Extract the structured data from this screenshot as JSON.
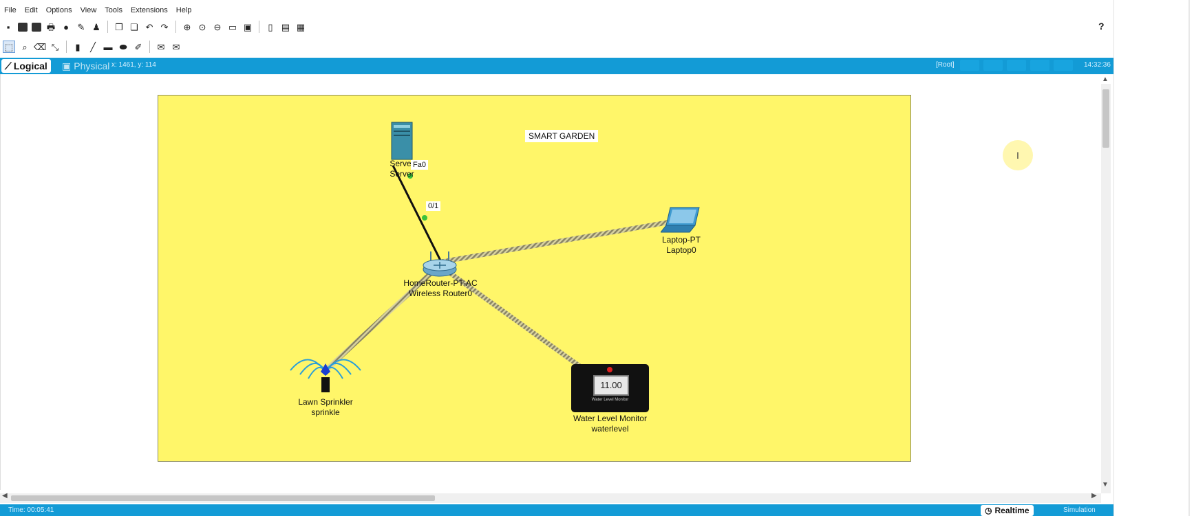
{
  "menu": [
    "File",
    "Edit",
    "Options",
    "View",
    "Tools",
    "Extensions",
    "Help"
  ],
  "toolbar": {
    "help": "?"
  },
  "modebar": {
    "logical": "Logical",
    "physical": "Physical",
    "coords": "x: 1461, y: 114",
    "root": "[Root]",
    "clock": "14:32:36"
  },
  "canvas": {
    "note": "SMART GARDEN",
    "server": {
      "type": "Server",
      "name": "Server"
    },
    "router": {
      "type": "HomeRouter-PT-AC",
      "name": "Wireless Router0"
    },
    "laptop": {
      "type": "Laptop-PT",
      "name": "Laptop0"
    },
    "sprinkler": {
      "type": "Lawn Sprinkler",
      "name": "sprinkle"
    },
    "waterlevel": {
      "type": "Water Level Monitor",
      "name": "waterlevel",
      "display": "11.00",
      "caption": "Water Level Monitor"
    },
    "ports": {
      "server_port": "Fa0",
      "router_port": "0/1"
    }
  },
  "cursor_icon": "text-cursor-icon",
  "status": {
    "time": "Time: 00:05:41",
    "realtime": "Realtime",
    "simulation": "Simulation"
  }
}
